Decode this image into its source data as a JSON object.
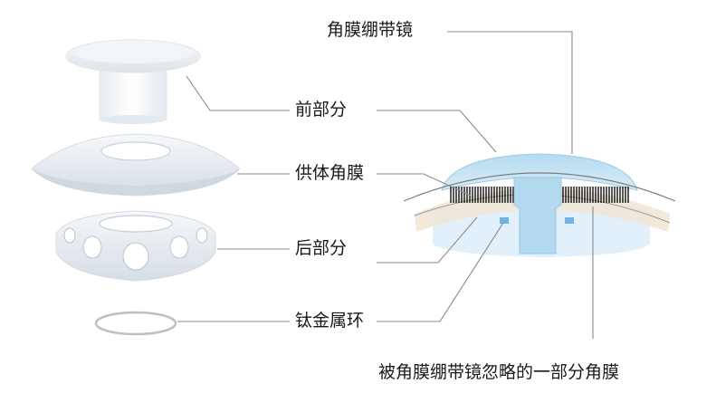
{
  "diagram": {
    "labels": {
      "bandage_lens": "角膜绷带镜",
      "front_part": "前部分",
      "donor_cornea": "供体角膜",
      "back_part": "后部分",
      "titanium_ring": "钛金属环",
      "ignored_cornea": "被角膜绷带镜忽略的一部分角膜"
    },
    "colors": {
      "line": "#8a8a8a",
      "part_light": "#f4f6f8",
      "part_mid": "#dfe4ea",
      "lens_blue": "#a9d3ea",
      "lens_pale": "#d9ecf7",
      "cornea_beige": "#efe2cf",
      "comb": "#111111"
    }
  }
}
